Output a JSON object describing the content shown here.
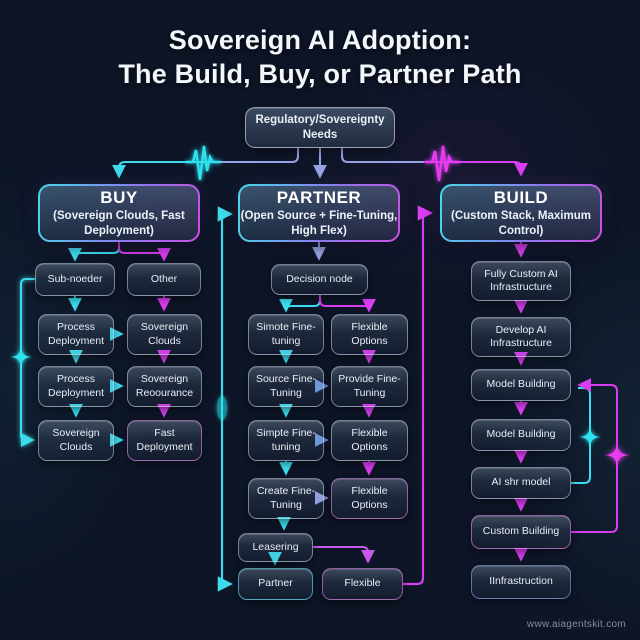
{
  "title": {
    "line1": "Sovereign AI Adoption:",
    "line2": "The Build, Buy, or Partner Path"
  },
  "root": {
    "label": "Regulatory/Sovereignty Needs"
  },
  "columns": {
    "buy": {
      "title": "BUY",
      "subtitle": "(Sovereign Clouds, Fast Deployment)"
    },
    "partner": {
      "title": "PARTNER",
      "subtitle": "(Open Source + Fine-Tuning, High Flex)"
    },
    "build": {
      "title": "BUILD",
      "subtitle": "(Custom Stack, Maximum Control)"
    }
  },
  "nodes": {
    "buy_sub": "Sub-noeder",
    "buy_other": "Other",
    "buy_pd1": "Process Deployment",
    "buy_sc1": "Sovereign Clouds",
    "buy_pd2": "Process Deployment",
    "buy_sr": "Sovereign Reoourance",
    "buy_sc2": "Sovereign Clouds",
    "buy_fd": "Fast Deployment",
    "p_decision": "Decision node",
    "p_simote": "Simote Fine-tuning",
    "p_flex1": "Flexible Options",
    "p_source": "Source Fine-Tuning",
    "p_provide": "Provide Fine-Tuning",
    "p_simpte": "Simpte Fine-tuning",
    "p_flex2": "Flexible Options",
    "p_create": "Create Fine-Tuning",
    "p_flex3": "Flexible Options",
    "p_leasering": "Leasering",
    "p_partner": "Partner",
    "p_flexible": "Flexible",
    "b_fully": "Fully Custom AI Infrastructure",
    "b_develop": "Develop AI Infrastructure",
    "b_model1": "Model Building",
    "b_model2": "Model Building",
    "b_aishr": "AI shr model",
    "b_custom": "Custom Building",
    "b_infra": "IInfrastruction"
  },
  "footer": {
    "website": "www.aiagentskit.com"
  },
  "colors": {
    "background": "#0d1526",
    "cyan": "#3ddcec",
    "magenta": "#d93df0",
    "lavender": "#98a2e6",
    "steel": "#6d9ade"
  }
}
